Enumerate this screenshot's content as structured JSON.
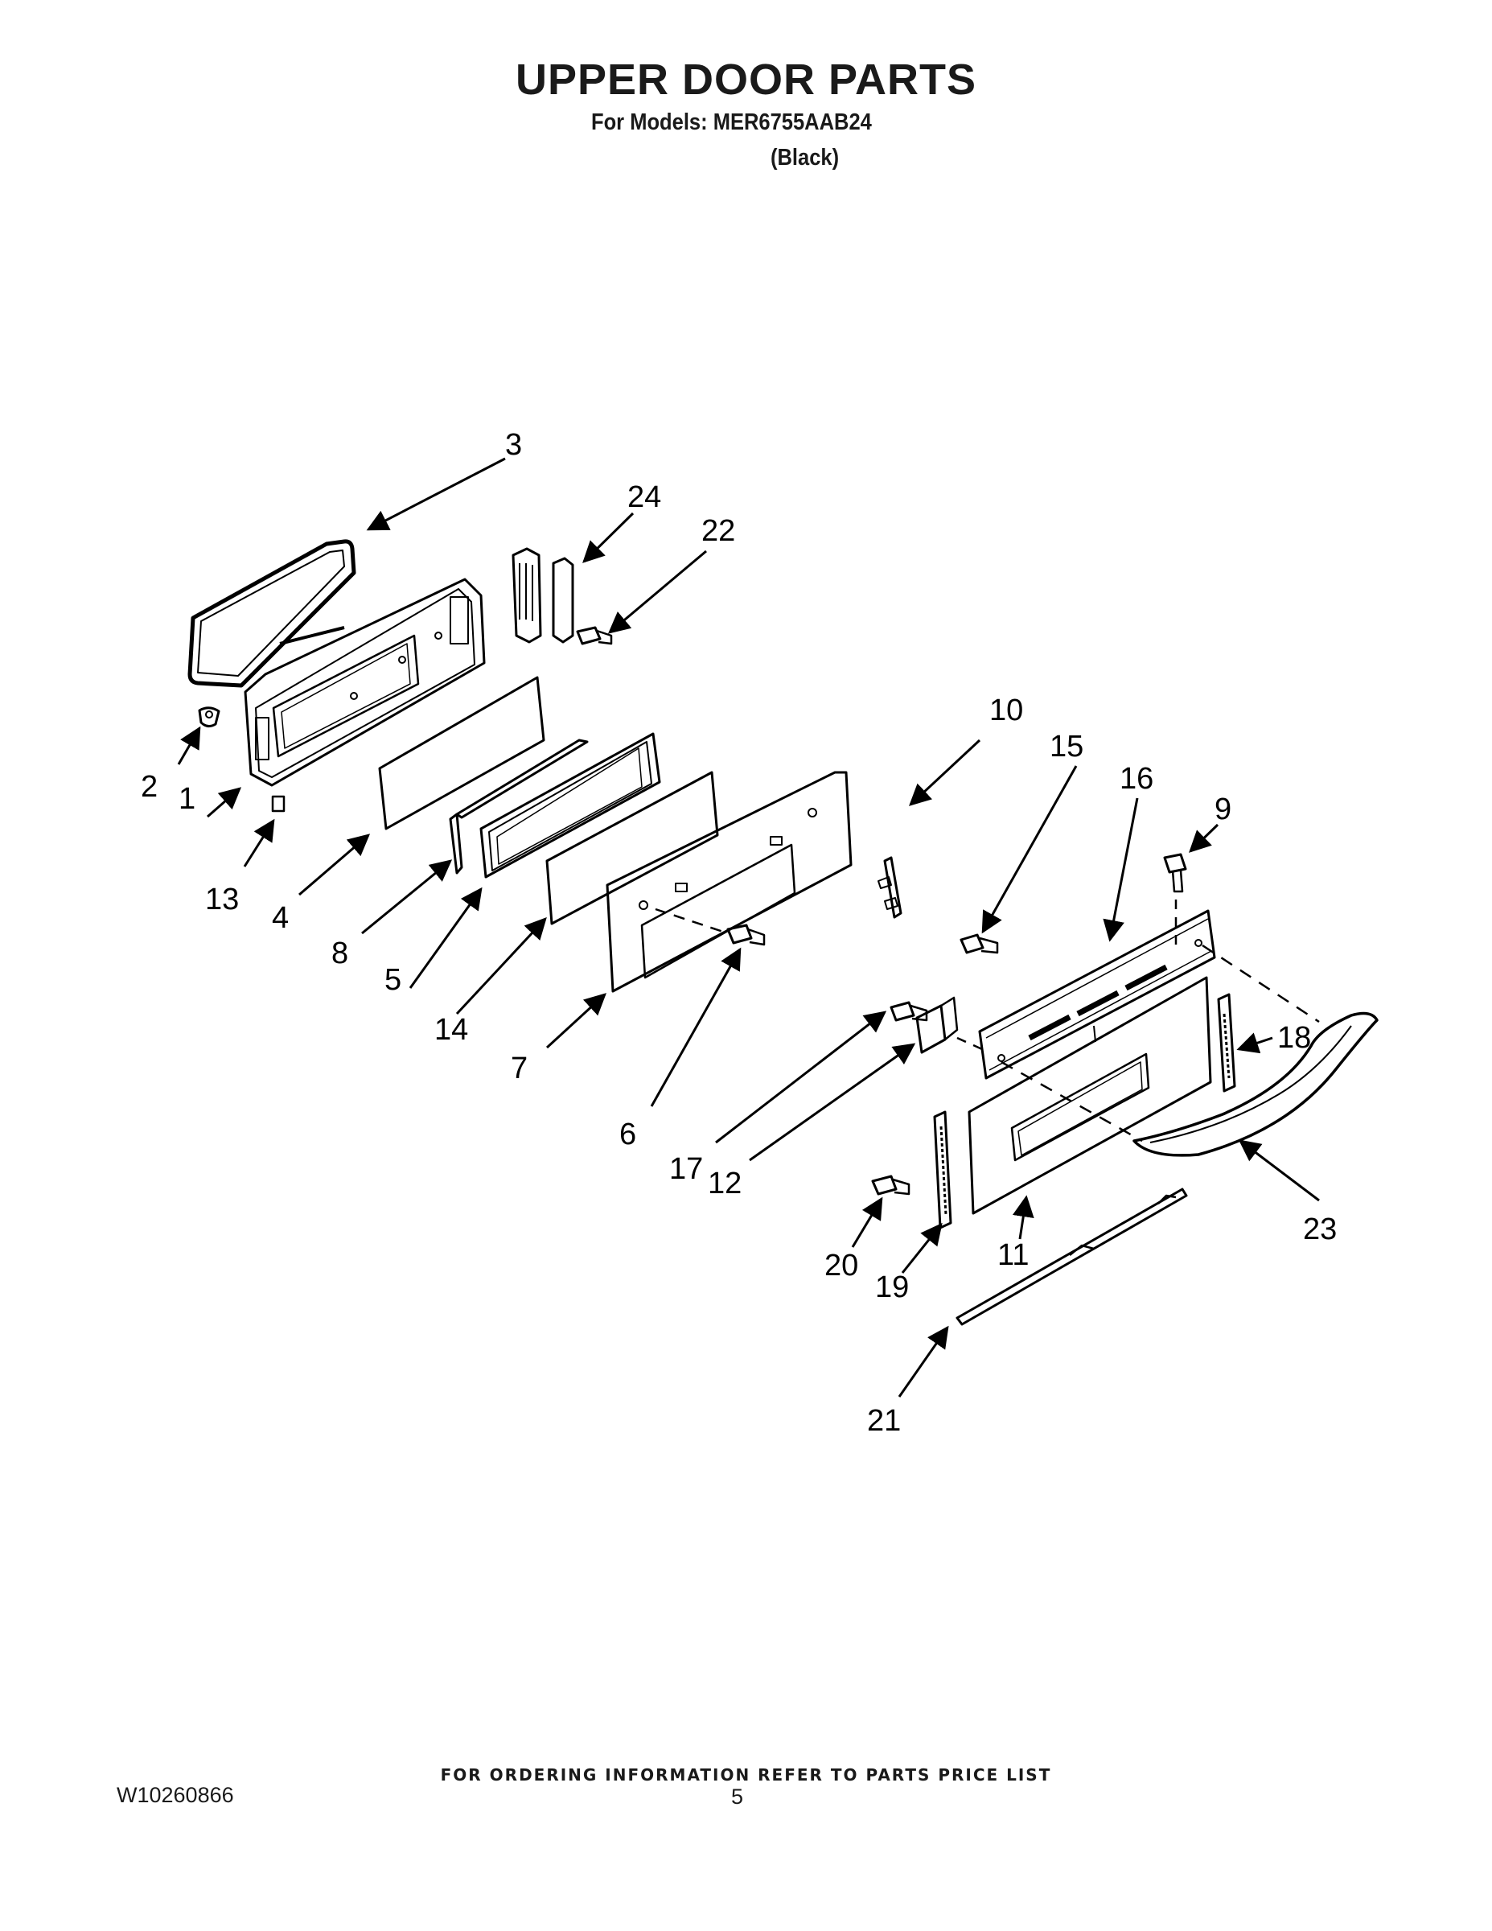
{
  "header": {
    "title": "UPPER DOOR PARTS",
    "models_line": "For Models: MER6755AAB24",
    "color_line": "(Black)"
  },
  "diagram": {
    "callouts": [
      {
        "id": "c1",
        "label": "1"
      },
      {
        "id": "c2",
        "label": "2"
      },
      {
        "id": "c3",
        "label": "3"
      },
      {
        "id": "c4",
        "label": "4"
      },
      {
        "id": "c5",
        "label": "5"
      },
      {
        "id": "c6",
        "label": "6"
      },
      {
        "id": "c7",
        "label": "7"
      },
      {
        "id": "c8",
        "label": "8"
      },
      {
        "id": "c9",
        "label": "9"
      },
      {
        "id": "c10",
        "label": "10"
      },
      {
        "id": "c11",
        "label": "11"
      },
      {
        "id": "c12",
        "label": "12"
      },
      {
        "id": "c13",
        "label": "13"
      },
      {
        "id": "c14",
        "label": "14"
      },
      {
        "id": "c15",
        "label": "15"
      },
      {
        "id": "c16",
        "label": "16"
      },
      {
        "id": "c17",
        "label": "17"
      },
      {
        "id": "c18",
        "label": "18"
      },
      {
        "id": "c19",
        "label": "19"
      },
      {
        "id": "c20",
        "label": "20"
      },
      {
        "id": "c21",
        "label": "21"
      },
      {
        "id": "c22",
        "label": "22"
      },
      {
        "id": "c23",
        "label": "23"
      },
      {
        "id": "c24",
        "label": "24"
      }
    ]
  },
  "footer": {
    "ordering_note": "FOR ORDERING INFORMATION REFER TO PARTS PRICE LIST",
    "doc_number": "W10260866",
    "page_number": "5"
  }
}
